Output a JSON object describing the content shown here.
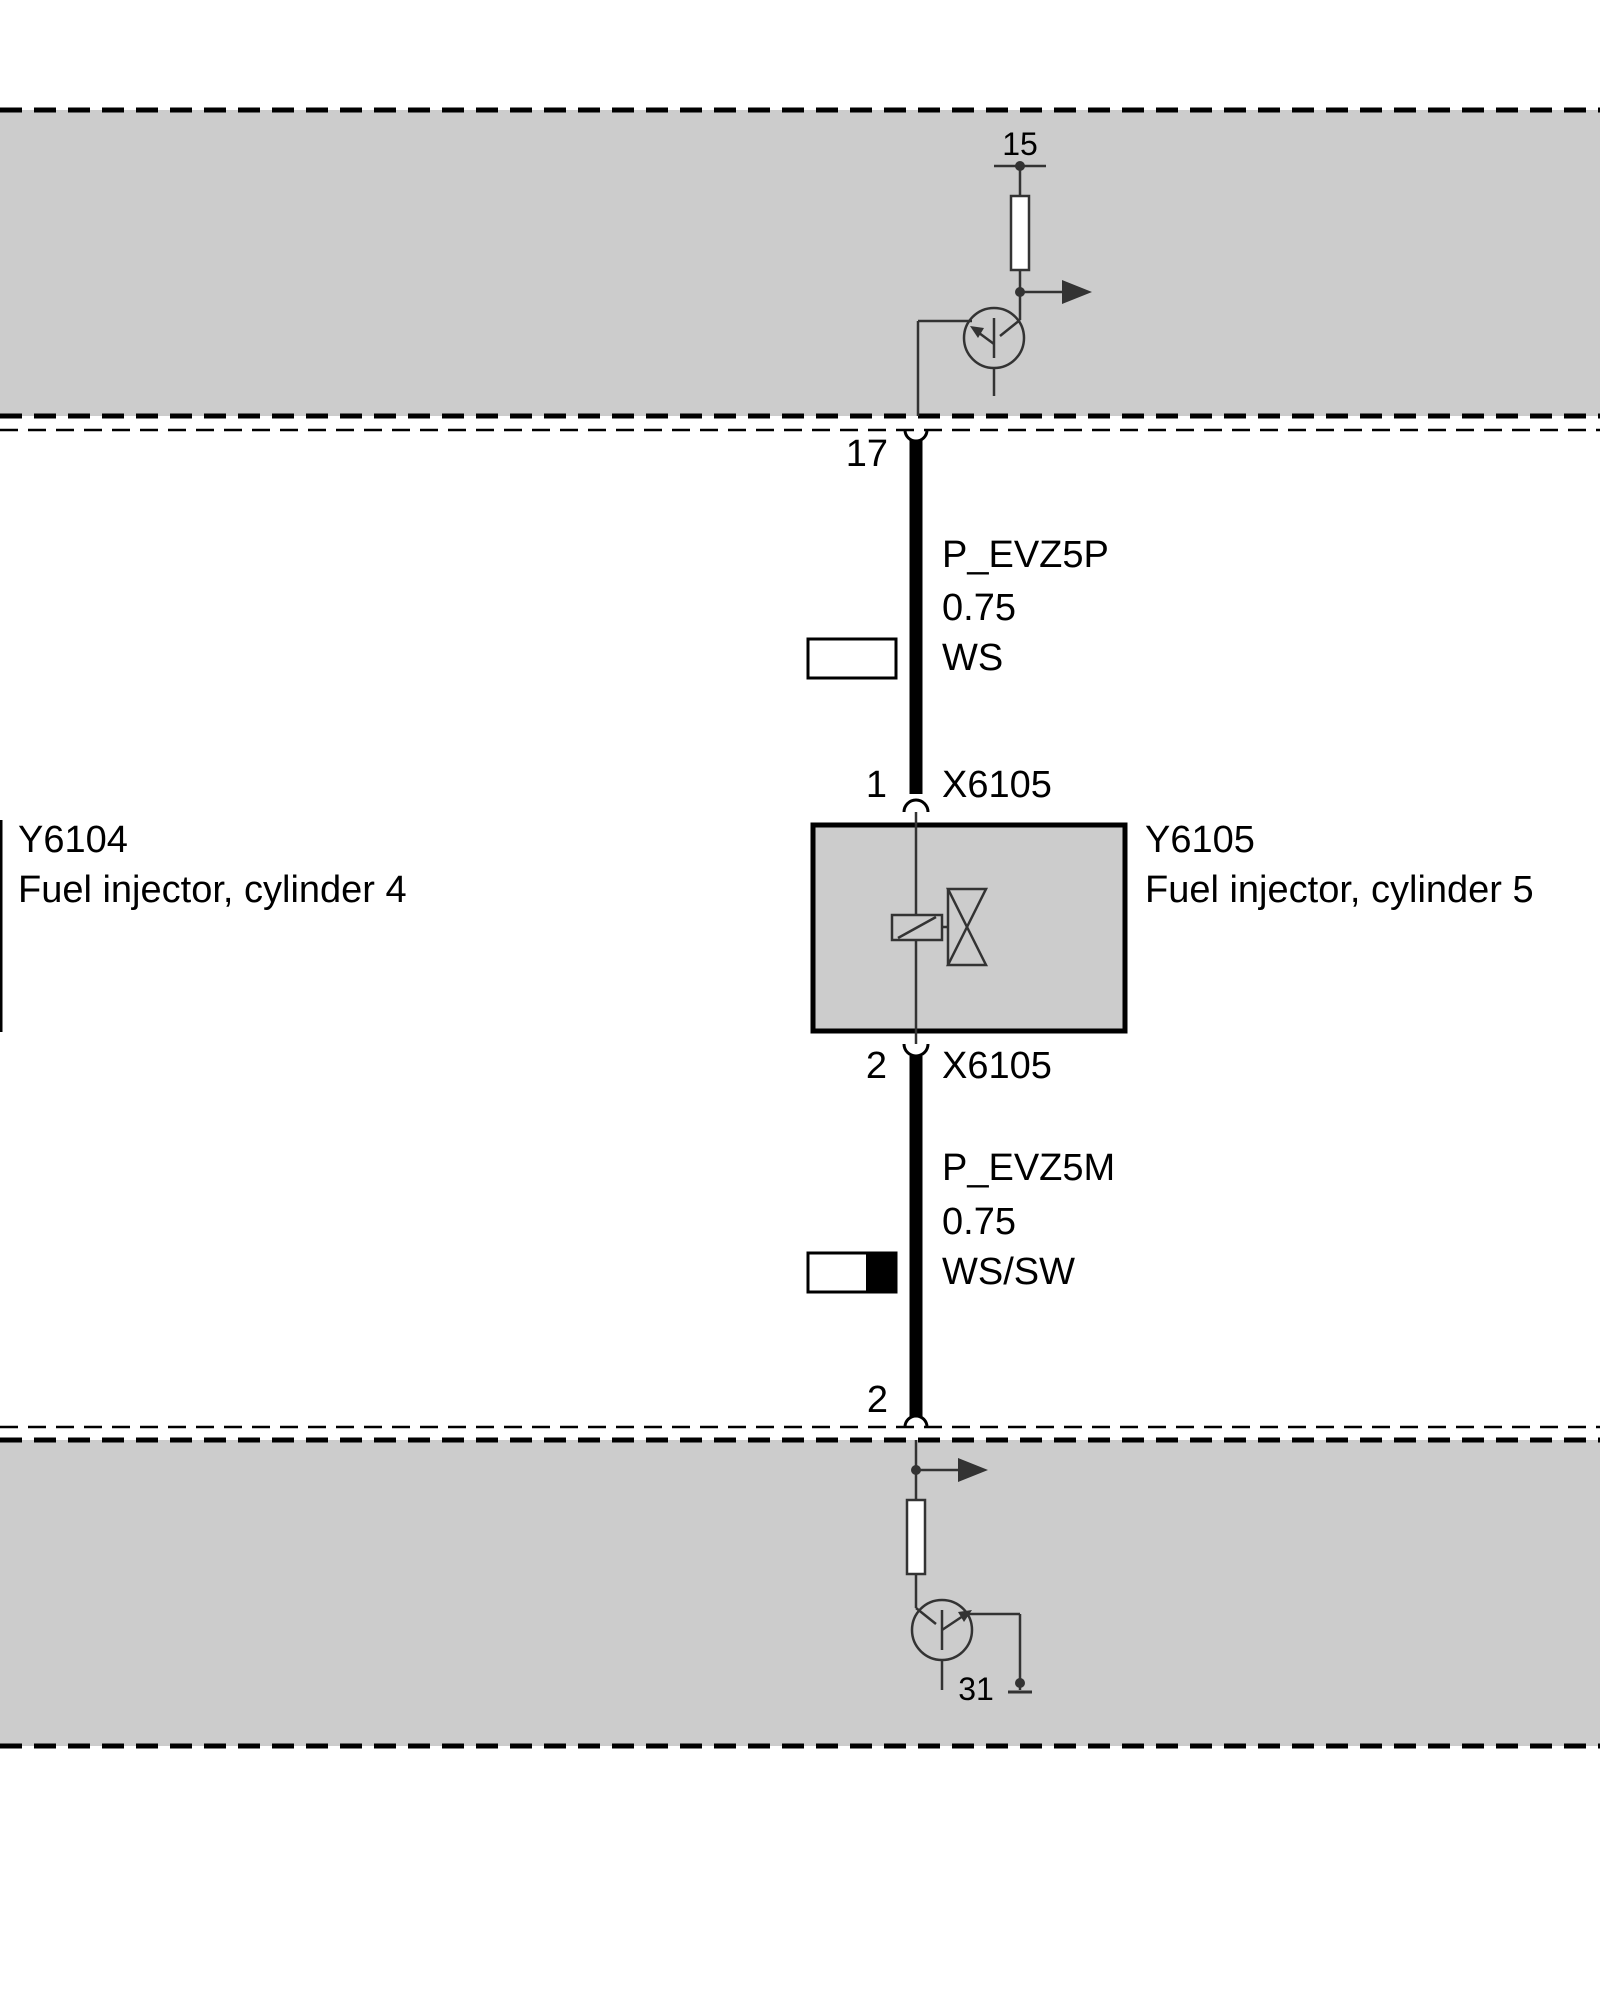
{
  "diagram": {
    "top_module": {
      "terminal_supply": "15",
      "pin_out": "17"
    },
    "wire_upper": {
      "signal_name": "P_EVZ5P",
      "cross_section": "0.75",
      "color_code": "WS",
      "swatch_colors": [
        "#ffffff"
      ]
    },
    "connector_upper": {
      "pin": "1",
      "id": "X6105"
    },
    "component": {
      "id": "Y6105",
      "description": "Fuel injector, cylinder 5",
      "fill": "#cccccc"
    },
    "connector_lower": {
      "pin": "2",
      "id": "X6105"
    },
    "wire_lower": {
      "signal_name": "P_EVZ5M",
      "cross_section": "0.75",
      "color_code": "WS/SW",
      "swatch_colors": [
        "#ffffff",
        "#000000"
      ]
    },
    "bottom_module": {
      "pin_in": "2",
      "terminal_ground": "31"
    },
    "neighbor_component": {
      "id": "Y6104",
      "description": "Fuel injector, cylinder 4"
    },
    "colors": {
      "module_fill": "#cccccc",
      "wire": "#000000",
      "symbol": "#333333"
    }
  }
}
